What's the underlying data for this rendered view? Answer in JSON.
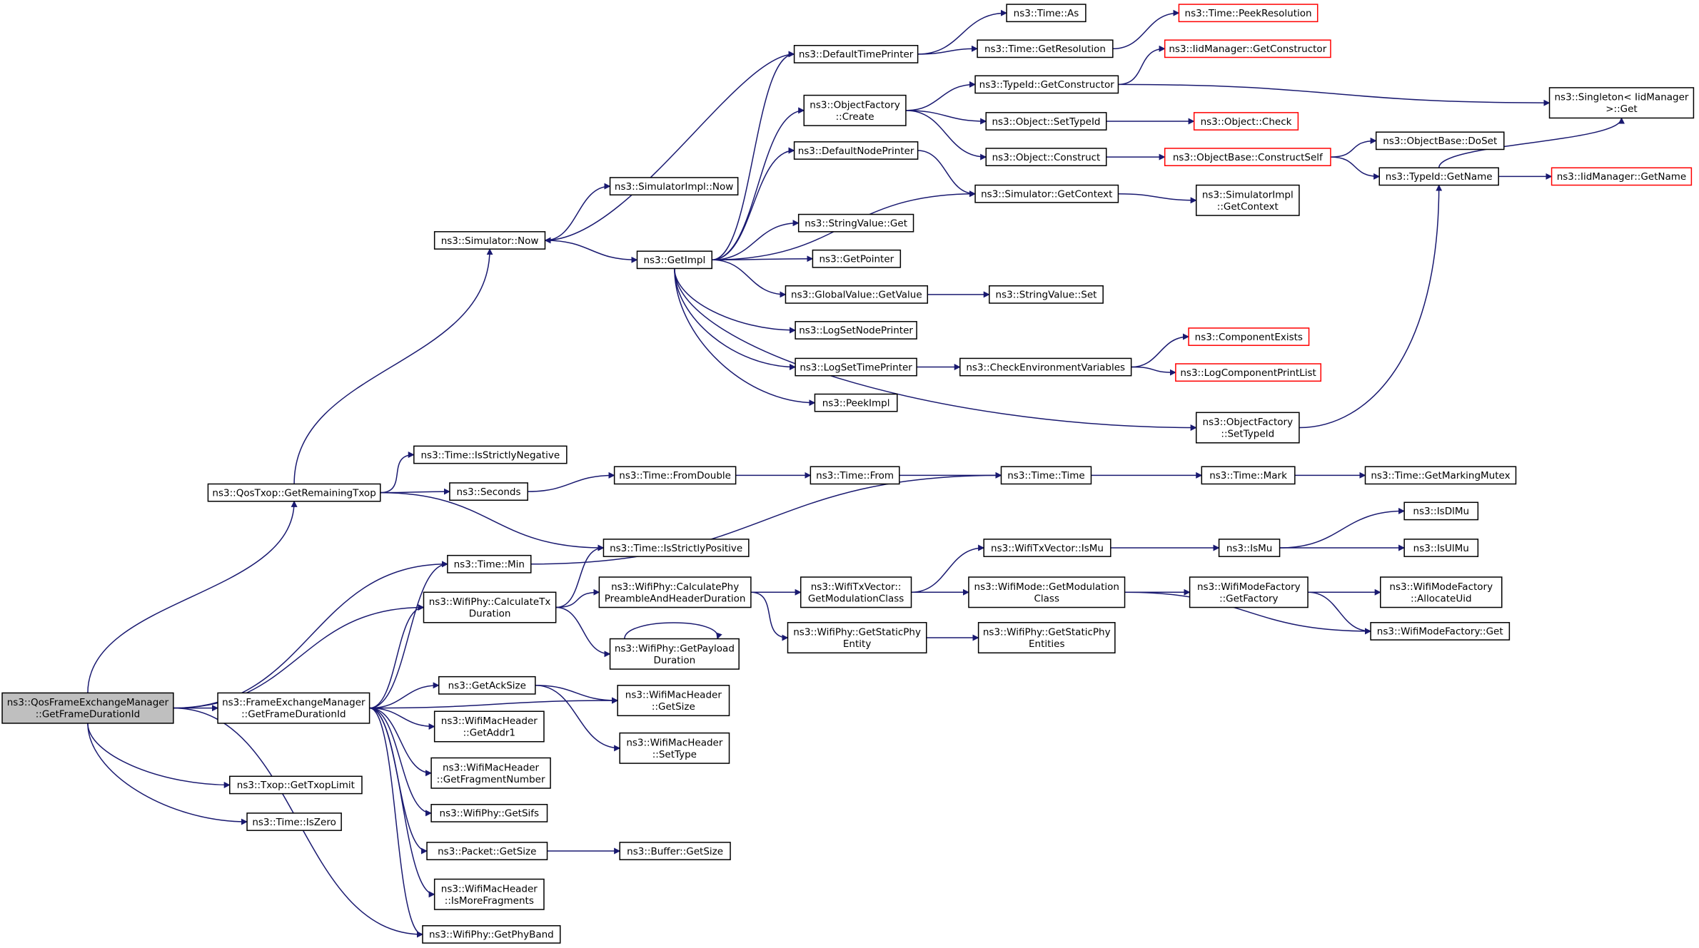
{
  "graph": {
    "nodes": [
      {
        "id": "root",
        "lines": [
          "ns3::QosFrameExchangeManager",
          "::GetFrameDurationId"
        ],
        "style": "root"
      },
      {
        "id": "fem",
        "lines": [
          "ns3::FrameExchangeManager",
          "::GetFrameDurationId"
        ],
        "style": "normal"
      },
      {
        "id": "getRemTxop",
        "lines": [
          "ns3::QosTxop::GetRemainingTxop"
        ],
        "style": "normal"
      },
      {
        "id": "simNow",
        "lines": [
          "ns3::Simulator::Now"
        ],
        "style": "normal"
      },
      {
        "id": "simImplNow",
        "lines": [
          "ns3::SimulatorImpl::Now"
        ],
        "style": "normal"
      },
      {
        "id": "getImpl",
        "lines": [
          "ns3::GetImpl"
        ],
        "style": "normal"
      },
      {
        "id": "defTimePrinter",
        "lines": [
          "ns3::DefaultTimePrinter"
        ],
        "style": "normal"
      },
      {
        "id": "timeAs",
        "lines": [
          "ns3::Time::As"
        ],
        "style": "normal"
      },
      {
        "id": "timeGetRes",
        "lines": [
          "ns3::Time::GetResolution"
        ],
        "style": "normal"
      },
      {
        "id": "timePeekRes",
        "lines": [
          "ns3::Time::PeekResolution"
        ],
        "style": "red"
      },
      {
        "id": "objFactCreate",
        "lines": [
          "ns3::ObjectFactory",
          "::Create"
        ],
        "style": "normal"
      },
      {
        "id": "typeIdGetCtor",
        "lines": [
          "ns3::TypeId::GetConstructor"
        ],
        "style": "normal"
      },
      {
        "id": "iidGetCtor",
        "lines": [
          "ns3::IidManager::GetConstructor"
        ],
        "style": "red"
      },
      {
        "id": "singletonGet",
        "lines": [
          "ns3::Singleton< IidManager",
          " >::Get"
        ],
        "style": "normal"
      },
      {
        "id": "objSetTypeId",
        "lines": [
          "ns3::Object::SetTypeId"
        ],
        "style": "normal"
      },
      {
        "id": "objCheck",
        "lines": [
          "ns3::Object::Check"
        ],
        "style": "red"
      },
      {
        "id": "objConstruct",
        "lines": [
          "ns3::Object::Construct"
        ],
        "style": "normal"
      },
      {
        "id": "objBaseConstructSelf",
        "lines": [
          "ns3::ObjectBase::ConstructSelf"
        ],
        "style": "red"
      },
      {
        "id": "objBaseDoSet",
        "lines": [
          "ns3::ObjectBase::DoSet"
        ],
        "style": "normal"
      },
      {
        "id": "typeIdGetName",
        "lines": [
          "ns3::TypeId::GetName"
        ],
        "style": "normal"
      },
      {
        "id": "iidGetName",
        "lines": [
          "ns3::IidManager::GetName"
        ],
        "style": "red"
      },
      {
        "id": "defNodePrinter",
        "lines": [
          "ns3::DefaultNodePrinter"
        ],
        "style": "normal"
      },
      {
        "id": "simGetContext",
        "lines": [
          "ns3::Simulator::GetContext"
        ],
        "style": "normal"
      },
      {
        "id": "simImplGetContext",
        "lines": [
          "ns3::SimulatorImpl",
          "::GetContext"
        ],
        "style": "normal"
      },
      {
        "id": "strValGet",
        "lines": [
          "ns3::StringValue::Get"
        ],
        "style": "normal"
      },
      {
        "id": "getPointer",
        "lines": [
          "ns3::GetPointer"
        ],
        "style": "normal"
      },
      {
        "id": "globalValGet",
        "lines": [
          "ns3::GlobalValue::GetValue"
        ],
        "style": "normal"
      },
      {
        "id": "strValSet",
        "lines": [
          "ns3::StringValue::Set"
        ],
        "style": "normal"
      },
      {
        "id": "logSetNodePrinter",
        "lines": [
          "ns3::LogSetNodePrinter"
        ],
        "style": "normal"
      },
      {
        "id": "logSetTimePrinter",
        "lines": [
          "ns3::LogSetTimePrinter"
        ],
        "style": "normal"
      },
      {
        "id": "checkEnvVars",
        "lines": [
          "ns3::CheckEnvironmentVariables"
        ],
        "style": "normal"
      },
      {
        "id": "compExists",
        "lines": [
          "ns3::ComponentExists"
        ],
        "style": "red"
      },
      {
        "id": "logCompPrintList",
        "lines": [
          "ns3::LogComponentPrintList"
        ],
        "style": "red"
      },
      {
        "id": "peekImpl",
        "lines": [
          "ns3::PeekImpl"
        ],
        "style": "normal"
      },
      {
        "id": "objFactSetTypeId",
        "lines": [
          "ns3::ObjectFactory",
          "::SetTypeId"
        ],
        "style": "normal"
      },
      {
        "id": "timeIsStrictNeg",
        "lines": [
          "ns3::Time::IsStrictlyNegative"
        ],
        "style": "normal"
      },
      {
        "id": "seconds",
        "lines": [
          "ns3::Seconds"
        ],
        "style": "normal"
      },
      {
        "id": "timeFromDouble",
        "lines": [
          "ns3::Time::FromDouble"
        ],
        "style": "normal"
      },
      {
        "id": "timeFrom",
        "lines": [
          "ns3::Time::From"
        ],
        "style": "normal"
      },
      {
        "id": "timeTime",
        "lines": [
          "ns3::Time::Time"
        ],
        "style": "normal"
      },
      {
        "id": "timeMark",
        "lines": [
          "ns3::Time::Mark"
        ],
        "style": "normal"
      },
      {
        "id": "timeGetMarkMutex",
        "lines": [
          "ns3::Time::GetMarkingMutex"
        ],
        "style": "normal"
      },
      {
        "id": "timeIsStrictPos",
        "lines": [
          "ns3::Time::IsStrictlyPositive"
        ],
        "style": "normal"
      },
      {
        "id": "timeMin",
        "lines": [
          "ns3::Time::Min"
        ],
        "style": "normal"
      },
      {
        "id": "calcTxDur",
        "lines": [
          "ns3::WifiPhy::CalculateTx",
          "Duration"
        ],
        "style": "normal"
      },
      {
        "id": "calcPhyPreamble",
        "lines": [
          "ns3::WifiPhy::CalculatePhy",
          "PreambleAndHeaderDuration"
        ],
        "style": "normal"
      },
      {
        "id": "getPayloadDur",
        "lines": [
          "ns3::WifiPhy::GetPayload",
          "Duration"
        ],
        "style": "normal"
      },
      {
        "id": "txVecGetModClass",
        "lines": [
          "ns3::WifiTxVector::",
          "GetModulationClass"
        ],
        "style": "normal"
      },
      {
        "id": "txVecIsMu",
        "lines": [
          "ns3::WifiTxVector::IsMu"
        ],
        "style": "normal"
      },
      {
        "id": "isMu",
        "lines": [
          "ns3::IsMu"
        ],
        "style": "normal"
      },
      {
        "id": "isDlMu",
        "lines": [
          "ns3::IsDlMu"
        ],
        "style": "normal"
      },
      {
        "id": "isUlMu",
        "lines": [
          "ns3::IsUlMu"
        ],
        "style": "normal"
      },
      {
        "id": "wifiModeGetModClass",
        "lines": [
          "ns3::WifiMode::GetModulation",
          "Class"
        ],
        "style": "normal"
      },
      {
        "id": "wmfGetFactory",
        "lines": [
          "ns3::WifiModeFactory",
          "::GetFactory"
        ],
        "style": "normal"
      },
      {
        "id": "wmfAllocUid",
        "lines": [
          "ns3::WifiModeFactory",
          "::AllocateUid"
        ],
        "style": "normal"
      },
      {
        "id": "wmfGet",
        "lines": [
          "ns3::WifiModeFactory::Get"
        ],
        "style": "normal"
      },
      {
        "id": "getStaticPhyEntity",
        "lines": [
          "ns3::WifiPhy::GetStaticPhy",
          "Entity"
        ],
        "style": "normal"
      },
      {
        "id": "getStaticPhyEntities",
        "lines": [
          "ns3::WifiPhy::GetStaticPhy",
          "Entities"
        ],
        "style": "normal"
      },
      {
        "id": "getAckSize",
        "lines": [
          "ns3::GetAckSize"
        ],
        "style": "normal"
      },
      {
        "id": "macHdrGetSize",
        "lines": [
          "ns3::WifiMacHeader",
          "::GetSize"
        ],
        "style": "normal"
      },
      {
        "id": "macHdrSetType",
        "lines": [
          "ns3::WifiMacHeader",
          "::SetType"
        ],
        "style": "normal"
      },
      {
        "id": "macHdrGetAddr1",
        "lines": [
          "ns3::WifiMacHeader",
          "::GetAddr1"
        ],
        "style": "normal"
      },
      {
        "id": "macHdrGetFragNum",
        "lines": [
          "ns3::WifiMacHeader",
          "::GetFragmentNumber"
        ],
        "style": "normal"
      },
      {
        "id": "txopGetTxopLimit",
        "lines": [
          "ns3::Txop::GetTxopLimit"
        ],
        "style": "normal"
      },
      {
        "id": "timeIsZero",
        "lines": [
          "ns3::Time::IsZero"
        ],
        "style": "normal"
      },
      {
        "id": "phyGetSifs",
        "lines": [
          "ns3::WifiPhy::GetSifs"
        ],
        "style": "normal"
      },
      {
        "id": "packetGetSize",
        "lines": [
          "ns3::Packet::GetSize"
        ],
        "style": "normal"
      },
      {
        "id": "bufferGetSize",
        "lines": [
          "ns3::Buffer::GetSize"
        ],
        "style": "normal"
      },
      {
        "id": "macHdrIsMoreFrag",
        "lines": [
          "ns3::WifiMacHeader",
          "::IsMoreFragments"
        ],
        "style": "normal"
      },
      {
        "id": "phyGetPhyBand",
        "lines": [
          "ns3::WifiPhy::GetPhyBand"
        ],
        "style": "normal"
      }
    ]
  }
}
